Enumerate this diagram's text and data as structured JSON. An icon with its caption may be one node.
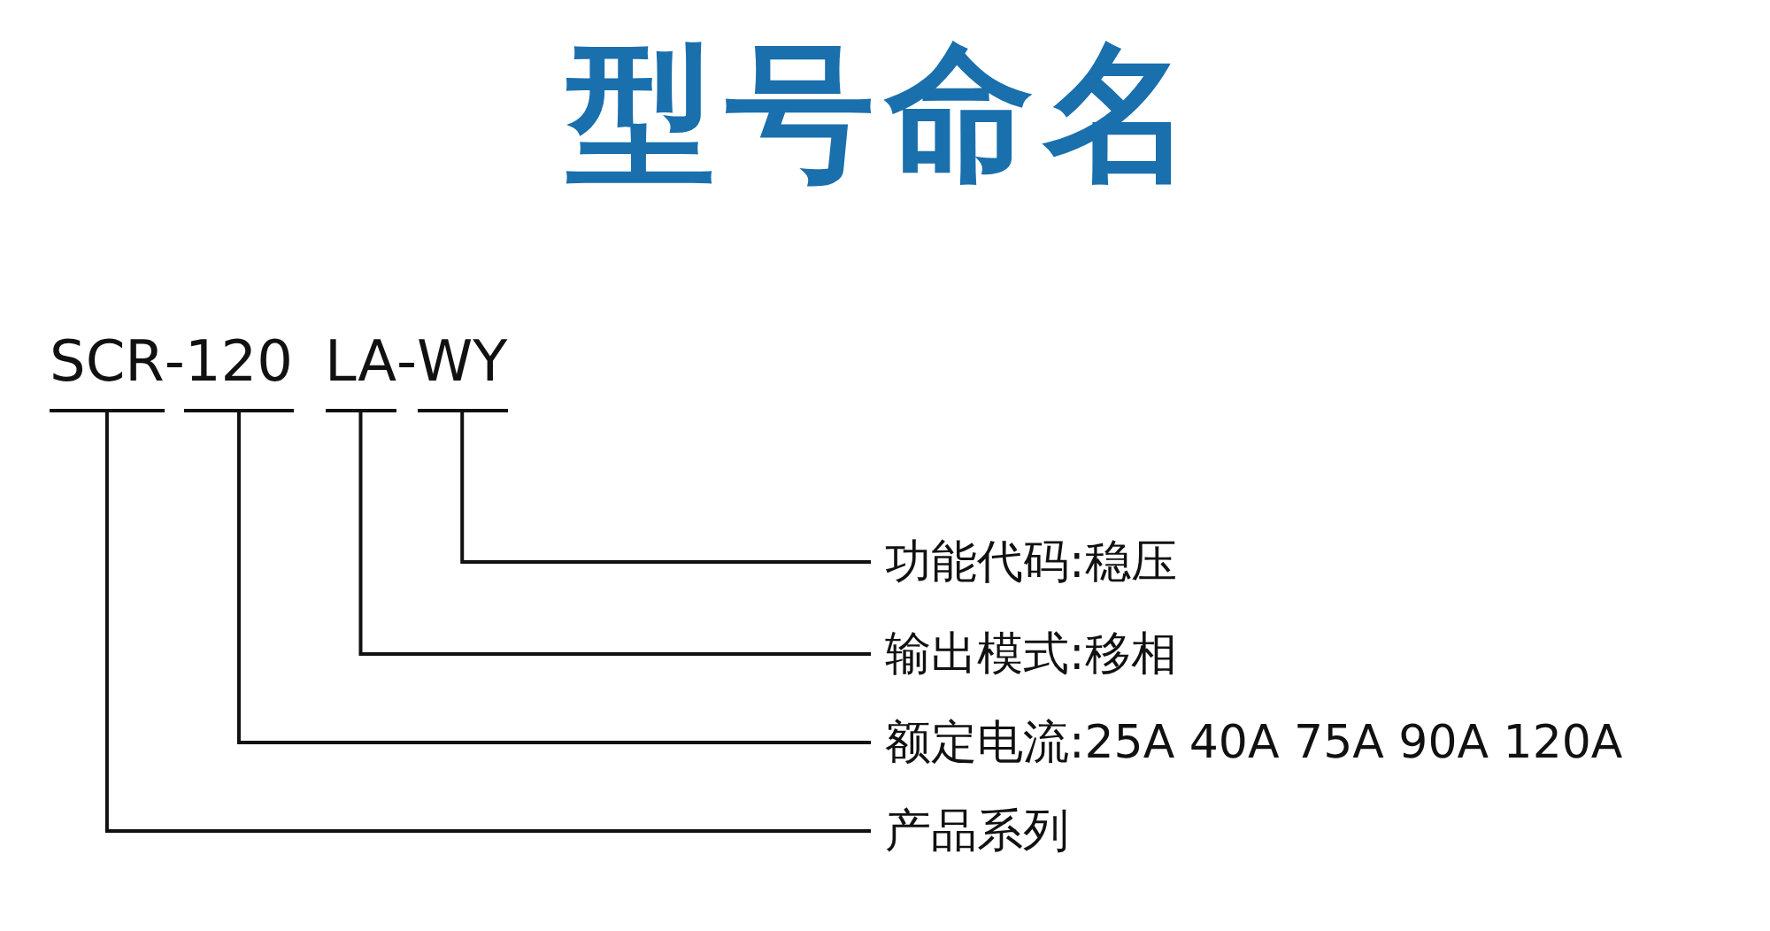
{
  "diagram": {
    "title": "型号命名",
    "nodes": [
      {
        "text": [
          "SCR"
        ]
      },
      {
        "text": [
          "120"
        ]
      },
      {
        "text": [
          "LA"
        ]
      },
      {
        "text": [
          "WY"
        ]
      },
      {
        "text": [
          "功能代码:稳压"
        ]
      },
      {
        "text": [
          "输出模式:移相"
        ]
      },
      {
        "text": [
          "额定电流:25A 40A 75A 90A 120A"
        ]
      },
      {
        "text": [
          "产品系列"
        ]
      }
    ],
    "edges": [
      {
        "from": 3,
        "to": 4,
        "arrow": "none"
      },
      {
        "from": 2,
        "to": 5,
        "arrow": "none"
      },
      {
        "from": 1,
        "to": 6,
        "arrow": "none"
      },
      {
        "from": 0,
        "to": 7,
        "arrow": "none"
      }
    ],
    "labels": [
      "-",
      "-"
    ]
  }
}
